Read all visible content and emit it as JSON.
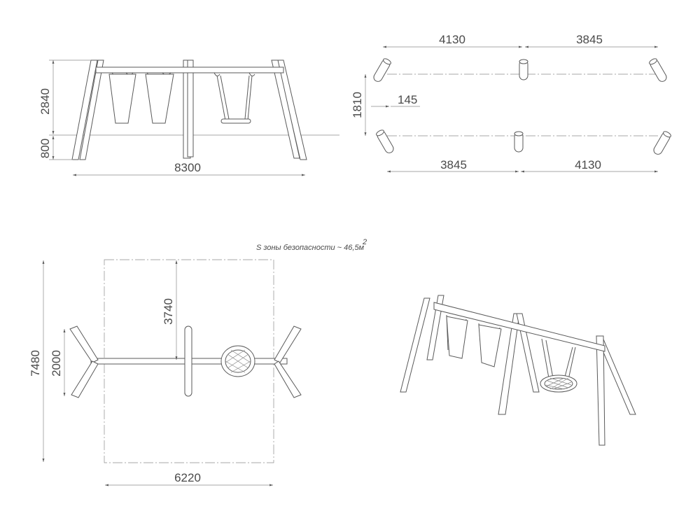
{
  "front_view": {
    "height_above_ground": "2840",
    "depth_below_ground": "800",
    "overall_length": "8300"
  },
  "top_view": {
    "span_top_left": "4130",
    "span_top_right": "3845",
    "width": "1810",
    "offset": "145",
    "span_bottom_left": "3845",
    "span_bottom_right": "4130"
  },
  "safety_zone": {
    "note": "S зоны безопасности ~ 46,5м",
    "note_sup": "2",
    "height": "7480",
    "half_depth": "3740",
    "frame_width": "2000",
    "width": "6220"
  }
}
